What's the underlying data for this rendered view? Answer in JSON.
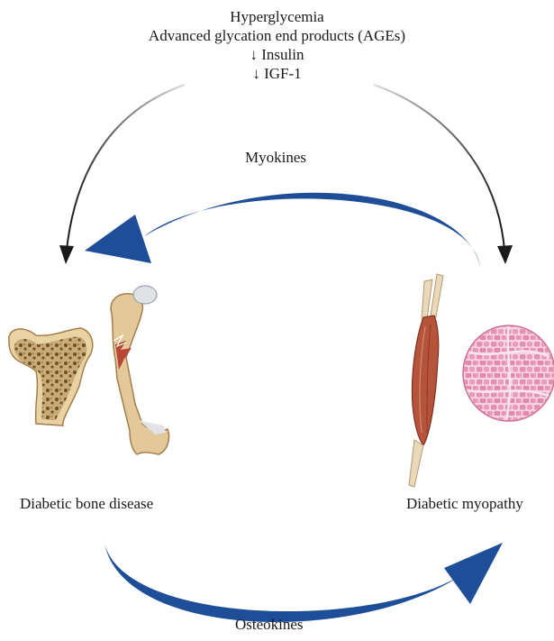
{
  "causes": {
    "lines": [
      "Hyperglycemia",
      "Advanced glycation end products (AGEs)",
      "↓ Insulin",
      "↓ IGF-1"
    ]
  },
  "labels": {
    "myokines": "Myokines",
    "osteokines": "Osteokines",
    "bone_disease": "Diabetic bone disease",
    "myopathy": "Diabetic myopathy"
  },
  "colors": {
    "flow_arrow": "#1f4e99",
    "cause_arrow": "#1a1a1a",
    "bone": "#e3c99a",
    "trabecular": "#8a6a3a",
    "muscle": "#b5533b",
    "tissue": "#e89ab5"
  },
  "icons": [
    "trabecular-bone-icon",
    "femur-fracture-icon",
    "muscle-icon",
    "muscle-cross-section-icon"
  ]
}
